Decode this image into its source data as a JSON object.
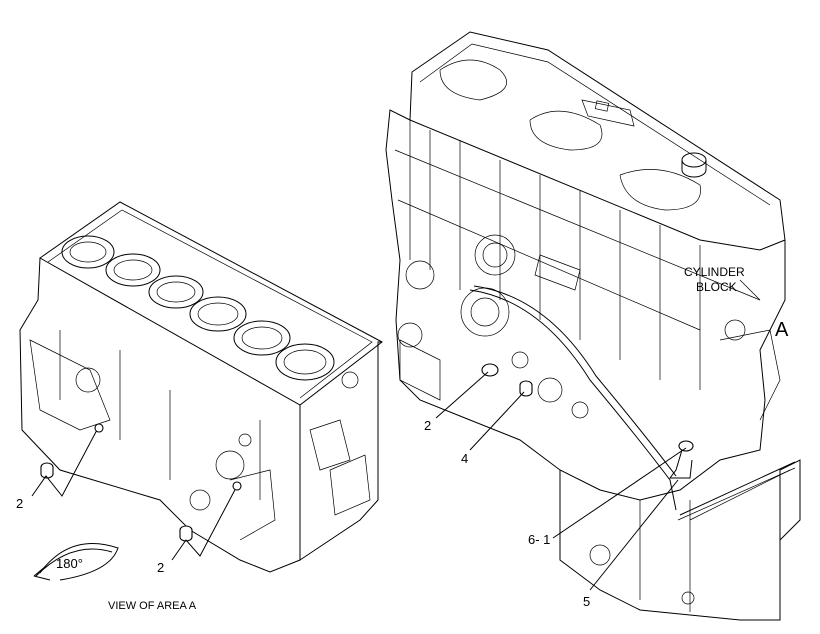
{
  "callouts": {
    "left_a": "2",
    "left_b": "2",
    "right_2": "2",
    "right_4": "4",
    "right_6": "6- 1",
    "right_5": "5"
  },
  "rotation_label": "180°",
  "view_caption": "VIEW OF AREA  A",
  "area_marker": "A",
  "block_label_line1": "CYLINDER",
  "block_label_line2": "BLOCK",
  "colors": {
    "line": "#000000",
    "background": "#ffffff"
  }
}
